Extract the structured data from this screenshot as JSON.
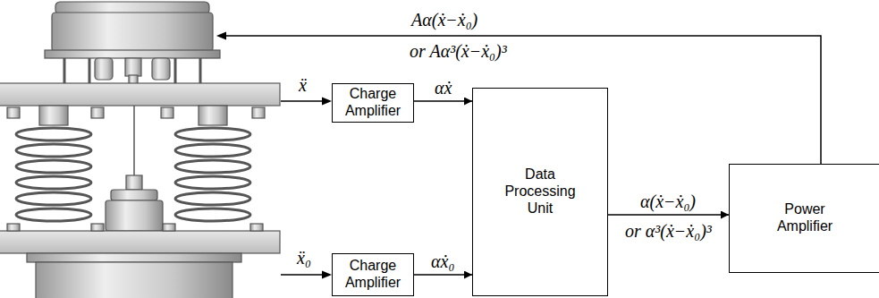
{
  "diagram": {
    "nodes": [
      {
        "text": [
          "Charge Amplifier"
        ]
      },
      {
        "text": [
          "Data Processing Unit"
        ]
      },
      {
        "text": [
          "Power Amplifier"
        ]
      },
      {
        "text": [
          "Charge Amplifier"
        ]
      }
    ],
    "edges": [
      {
        "from": 0,
        "to": 1,
        "arrow": "to",
        "label": "αẋ"
      },
      {
        "from": 3,
        "to": 1,
        "arrow": "to",
        "label": "αẋ₀"
      },
      {
        "from": 1,
        "to": 2,
        "arrow": "to",
        "label": "α(ẋ−ẋ₀)"
      }
    ],
    "labels": [
      "ẍ",
      "ẍ₀",
      "Aα(ẋ−ẋ₀)",
      "or Aα³(ẋ−ẋ₀)³",
      "or α³(ẋ−ẋ₀)³"
    ]
  }
}
